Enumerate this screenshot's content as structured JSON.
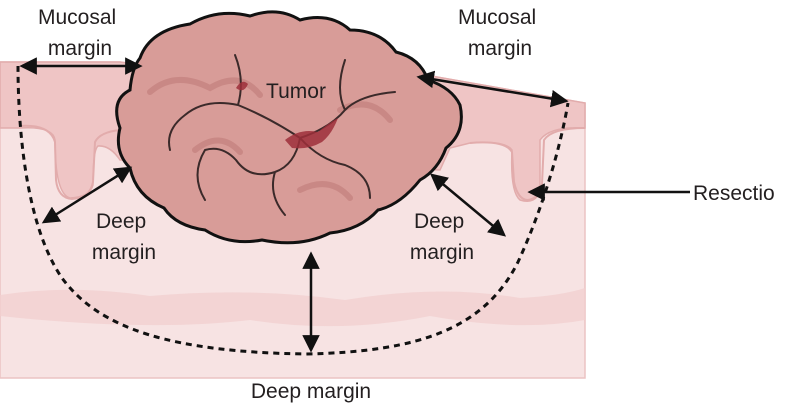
{
  "labels": {
    "mucosal_margin_left": [
      "Mucosal",
      "margin"
    ],
    "mucosal_margin_right": [
      "Mucosal",
      "margin"
    ],
    "tumor": "Tumor",
    "deep_margin_left": [
      "Deep",
      "margin"
    ],
    "deep_margin_right": [
      "Deep",
      "margin"
    ],
    "deep_margin_bottom": "Deep margin",
    "resection": "Resectio"
  },
  "colors": {
    "tissue_fill": "#f7e1e1",
    "tissue_stroke": "#e6b8b8",
    "mucosa_fill": "#f2cfcf",
    "tumor_fill": "#d79a96",
    "tumor_shadow": "#b8706d",
    "tumor_core": "#9e2f3a",
    "outline": "#111111",
    "text": "#231f20"
  }
}
